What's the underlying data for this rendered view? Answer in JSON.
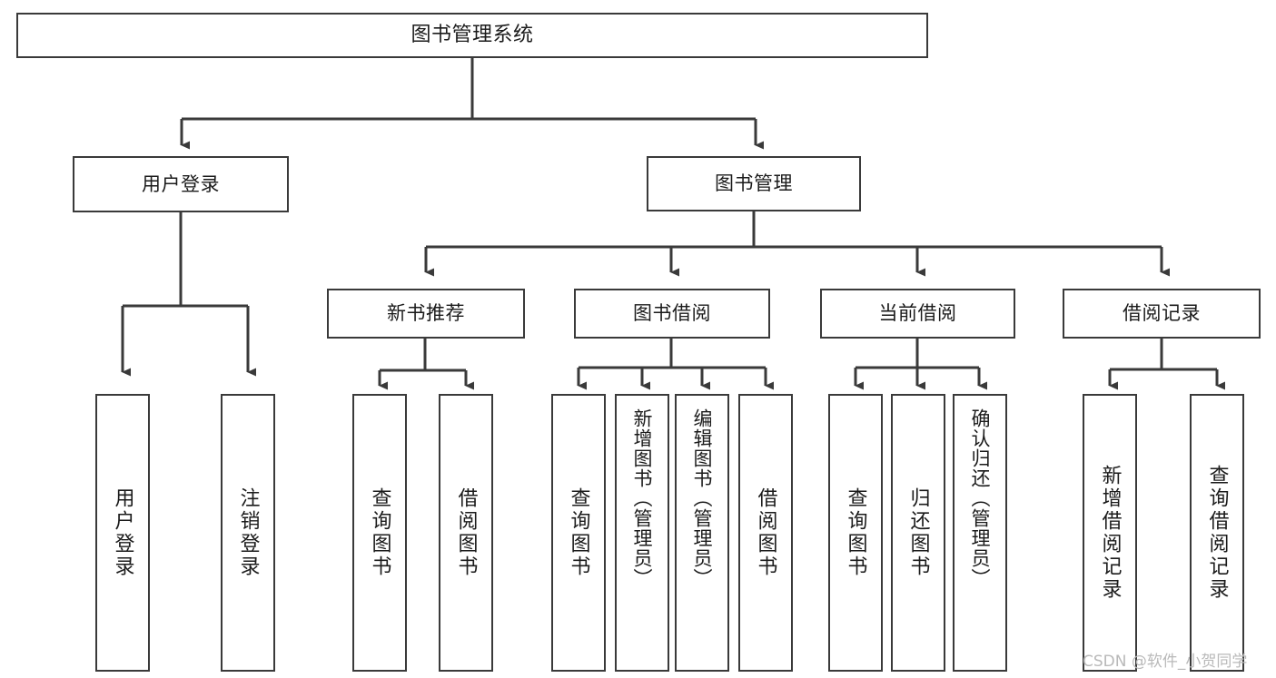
{
  "diagram": {
    "type": "tree-hierarchy",
    "title": "图书管理系统",
    "watermark": "CSDN @软件_小贺同学",
    "colors": {
      "stroke": "#3a3a3a",
      "fill": "#ffffff",
      "text": "#1b1b1b",
      "watermark": "#b9b9b9"
    },
    "levels": {
      "root": {
        "label": "图书管理系统"
      },
      "level2": [
        {
          "id": "user-login",
          "label": "用户登录"
        },
        {
          "id": "book-manage",
          "label": "图书管理"
        }
      ],
      "level3": [
        {
          "id": "new-book-recommend",
          "label": "新书推荐"
        },
        {
          "id": "book-borrow",
          "label": "图书借阅"
        },
        {
          "id": "current-borrow",
          "label": "当前借阅"
        },
        {
          "id": "borrow-record",
          "label": "借阅记录"
        }
      ],
      "leaves": {
        "user-login": [
          {
            "id": "leaf-user-login",
            "label": "用户登录"
          },
          {
            "id": "leaf-logout",
            "label": "注销登录"
          }
        ],
        "new-book-recommend": [
          {
            "id": "leaf-query-book-1",
            "label": "查询图书"
          },
          {
            "id": "leaf-borrow-book-1",
            "label": "借阅图书"
          }
        ],
        "book-borrow": [
          {
            "id": "leaf-query-book-2",
            "label": "查询图书"
          },
          {
            "id": "leaf-add-book",
            "label": "新增图书（管理员）"
          },
          {
            "id": "leaf-edit-book",
            "label": "编辑图书（管理员）"
          },
          {
            "id": "leaf-borrow-book-2",
            "label": "借阅图书"
          }
        ],
        "current-borrow": [
          {
            "id": "leaf-query-book-3",
            "label": "查询图书"
          },
          {
            "id": "leaf-return-book",
            "label": "归还图书"
          },
          {
            "id": "leaf-confirm-return",
            "label": "确认归还（管理员）"
          }
        ],
        "borrow-record": [
          {
            "id": "leaf-add-record",
            "label": "新增借阅记录"
          },
          {
            "id": "leaf-query-record",
            "label": "查询借阅记录"
          }
        ]
      }
    }
  }
}
